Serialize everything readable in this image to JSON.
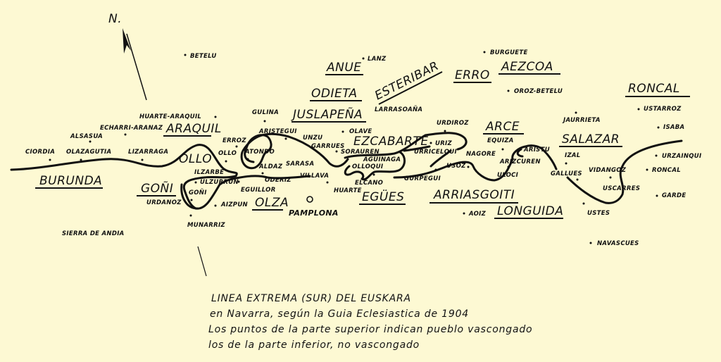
{
  "north_label": "N.",
  "regions": {
    "anue": "ANUE",
    "esteribar": "ESTERIBAR",
    "erro": "ERRO",
    "aezcoa": "AEZCOA",
    "odieta": "ODIETA",
    "roncal": "RONCAL",
    "juslapena": "JUSLAPEÑA",
    "arce": "ARCE",
    "ezcabarte": "EZCABARTE",
    "salazar": "SALAZAR",
    "araquil": "ARAQUIL",
    "ollo": "OLLO",
    "burunda": "BURUNDA",
    "goni": "GOÑI",
    "olza": "OLZA",
    "egues": "EGÜES",
    "arriasgoiti": "ARRIASGOITI",
    "longuida": "LONGUIDA"
  },
  "towns": {
    "betelu": "BETELU",
    "lanz": "LANZ",
    "burguete": "BURGUETE",
    "oroz_betelu": "OROZ-BETELU",
    "gulina": "GULINA",
    "larrasoana": "LARRASOAÑA",
    "ustarroz": "USTARROZ",
    "huarte_araquil": "HUARTE-ARAQUIL",
    "urdiroz": "URDIROZ",
    "jaurrieta": "JAURRIETA",
    "isaba": "ISABA",
    "echarri_aranaz": "ECHARRI-ARANAZ",
    "alsasua": "ALSASUA",
    "erroz": "ERROZ",
    "aristegui": "ARISTEGUI",
    "unzu": "UNZU",
    "olave": "OLAVE",
    "garrues": "GARRUES",
    "equiza": "EQUIZA",
    "ciordia": "CIORDIA",
    "olazagutia": "OLAZAGUTIA",
    "lizarraga": "LIZARRAGA",
    "ollo": "OLLO",
    "atondo": "ATONDO",
    "sorauren": "SORAUREN",
    "uriz": "URIZ",
    "urricelqui": "URRICELQUI",
    "nagore": "NAGORE",
    "aristu": "ARISTU",
    "izal": "IZAL",
    "urzainqui": "URZAINQUI",
    "ilzarbe": "ILZARBE",
    "aldaz": "ALDAZ",
    "aguinaga": "AGUINAGA",
    "olloqui": "OLLOQUI",
    "usoz": "USOZ",
    "arizcuren": "ARIZCUREN",
    "sarasa": "SARASA",
    "villava": "VILLAVA",
    "oderiz": "ODERIZ",
    "gallues": "GALLUES",
    "vidangoz": "VIDANGOZ",
    "roncal": "RONCAL",
    "ulzurrun": "ULZURRUN",
    "goni": "GOÑI",
    "eguillor": "EGUILLOR",
    "gurpegui": "GURPEGUI",
    "elcano": "ELCANO",
    "uloci": "ULOCI",
    "huarte": "HUARTE",
    "uscarres": "USCARRES",
    "garde": "GARDE",
    "urdanoz": "URDANOZ",
    "aizpun": "AIZPUN",
    "aoiz": "AOIZ",
    "ustes": "USTES",
    "munarriz": "MUNARRIZ",
    "sierra_de_andia": "SIERRA DE ANDIA",
    "navascues": "NAVASCUES",
    "pamplona": "PAMPLONA"
  },
  "caption": {
    "line1": "LINEA  EXTREMA  (SUR)  DEL  EUSKARA",
    "line2": "en Navarra, según  la  Guia Eclesiastica  de 1904",
    "line3": "Los puntos de la parte superior indican pueblo vascongado",
    "line4": "los de la parte inferior, no vascongado"
  },
  "colors": {
    "background": "#fdf9d3",
    "ink": "#111111"
  }
}
